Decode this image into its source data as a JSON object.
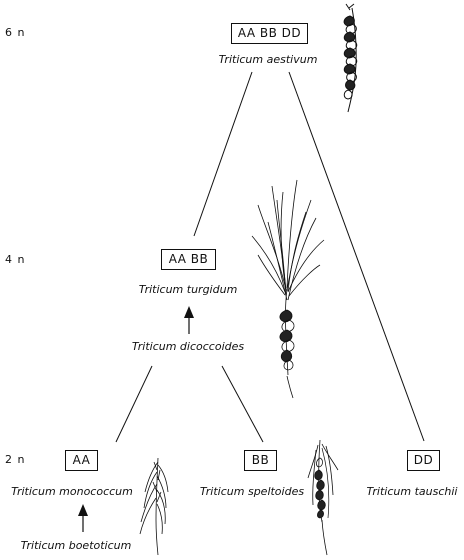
{
  "ploidy_levels": {
    "hexaploid": "6 n",
    "tetraploid": "4 n",
    "diploid": "2 n"
  },
  "genomes": {
    "aestivum": "AA BB DD",
    "turgidum": "AA BB",
    "monococcum": "AA",
    "speltoides": "BB",
    "tauschii": "DD"
  },
  "species": {
    "aestivum": "Triticum aestivum",
    "turgidum": "Triticum turgidum",
    "dicoccoides": "Triticum dicoccoides",
    "monococcum": "Triticum monococcum",
    "boetoticum": "Triticum boetoticum",
    "speltoides": "Triticum speltoides",
    "tauschii": "Triticum tauschii"
  },
  "icons": [
    "wheat-ear-aestivum-icon",
    "wheat-ear-turgidum-icon",
    "wheat-ear-monococcum-icon",
    "wheat-ear-speltoides-icon"
  ],
  "colors": {
    "ink": "#111111",
    "background": "#ffffff"
  }
}
